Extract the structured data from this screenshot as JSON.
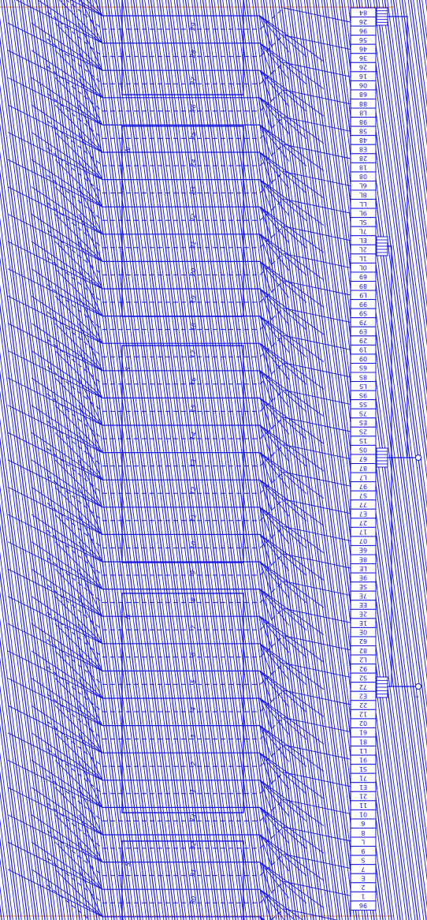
{
  "terminal_labels": [
    "84",
    "26",
    "96",
    "56",
    "46",
    "36",
    "26",
    "16",
    "06",
    "68",
    "88",
    "L8",
    "98",
    "58",
    "48",
    "E8",
    "28",
    "18",
    "08",
    "6L",
    "8L",
    "LL",
    "9L",
    "SL",
    "7L",
    "EL",
    "2L",
    "1L",
    "0L",
    "69",
    "89",
    "L9",
    "99",
    "S9",
    "79",
    "E9",
    "29",
    "19",
    "09",
    "6S",
    "8S",
    "LS",
    "9S",
    "SS",
    "7S",
    "ES",
    "2S",
    "1S",
    "0S",
    "67",
    "87",
    "L7",
    "97",
    "S7",
    "77",
    "E7",
    "27",
    "17",
    "07",
    "6E",
    "8E",
    "LE",
    "9E",
    "SE",
    "7E",
    "EE",
    "2E",
    "1E",
    "0E",
    "62",
    "82",
    "L2",
    "92",
    "S2",
    "72",
    "E2",
    "22",
    "12",
    "02",
    "61",
    "81",
    "L1",
    "91",
    "S1",
    "71",
    "E1",
    "21",
    "11",
    "01",
    "6",
    "8",
    "L",
    "9",
    "S",
    "7",
    "E",
    "2",
    "1",
    "96"
  ],
  "slot_labels": [
    {
      "text": "29",
      "row": 0
    },
    {
      "text": "28",
      "row": 1
    },
    {
      "text": "27",
      "row": 2
    },
    {
      "text": "26",
      "row": 3
    },
    {
      "text": "25",
      "row": 4
    },
    {
      "text": "24",
      "row": 5
    },
    {
      "text": "23",
      "row": 6
    },
    {
      "text": "22",
      "row": 7
    },
    {
      "text": "21",
      "row": 8
    },
    {
      "text": "20",
      "row": 9
    },
    {
      "text": "19",
      "row": 10
    },
    {
      "text": "18",
      "row": 11
    },
    {
      "text": "17",
      "row": 12
    },
    {
      "text": "16",
      "row": 13
    },
    {
      "text": "15",
      "row": 14
    },
    {
      "text": "14",
      "row": 15
    },
    {
      "text": "13",
      "row": 16
    },
    {
      "text": "12",
      "row": 17
    },
    {
      "text": "11",
      "row": 18
    },
    {
      "text": "10",
      "row": 19
    },
    {
      "text": "9",
      "row": 20
    },
    {
      "text": "8",
      "row": 21
    },
    {
      "text": "7",
      "row": 22
    },
    {
      "text": "6",
      "row": 23
    },
    {
      "text": "5",
      "row": 24
    },
    {
      "text": "4",
      "row": 25
    },
    {
      "text": "3",
      "row": 26
    },
    {
      "text": "2",
      "row": 27
    },
    {
      "text": "1",
      "row": 28
    },
    {
      "text": "33",
      "row": 29
    },
    {
      "text": "32",
      "row": 30
    },
    {
      "text": "31",
      "row": 31
    },
    {
      "text": "30",
      "row": 32
    }
  ],
  "pole_labels": [
    {
      "text": "N",
      "block": 1
    },
    {
      "text": "S",
      "block": 2
    },
    {
      "text": "N",
      "block": 3
    },
    {
      "text": "S",
      "block": 4
    }
  ],
  "output_labels": [
    "-",
    "+"
  ],
  "colors": {
    "line": "#1515e6",
    "edge": "#f0a050",
    "background": "#ffffff"
  }
}
